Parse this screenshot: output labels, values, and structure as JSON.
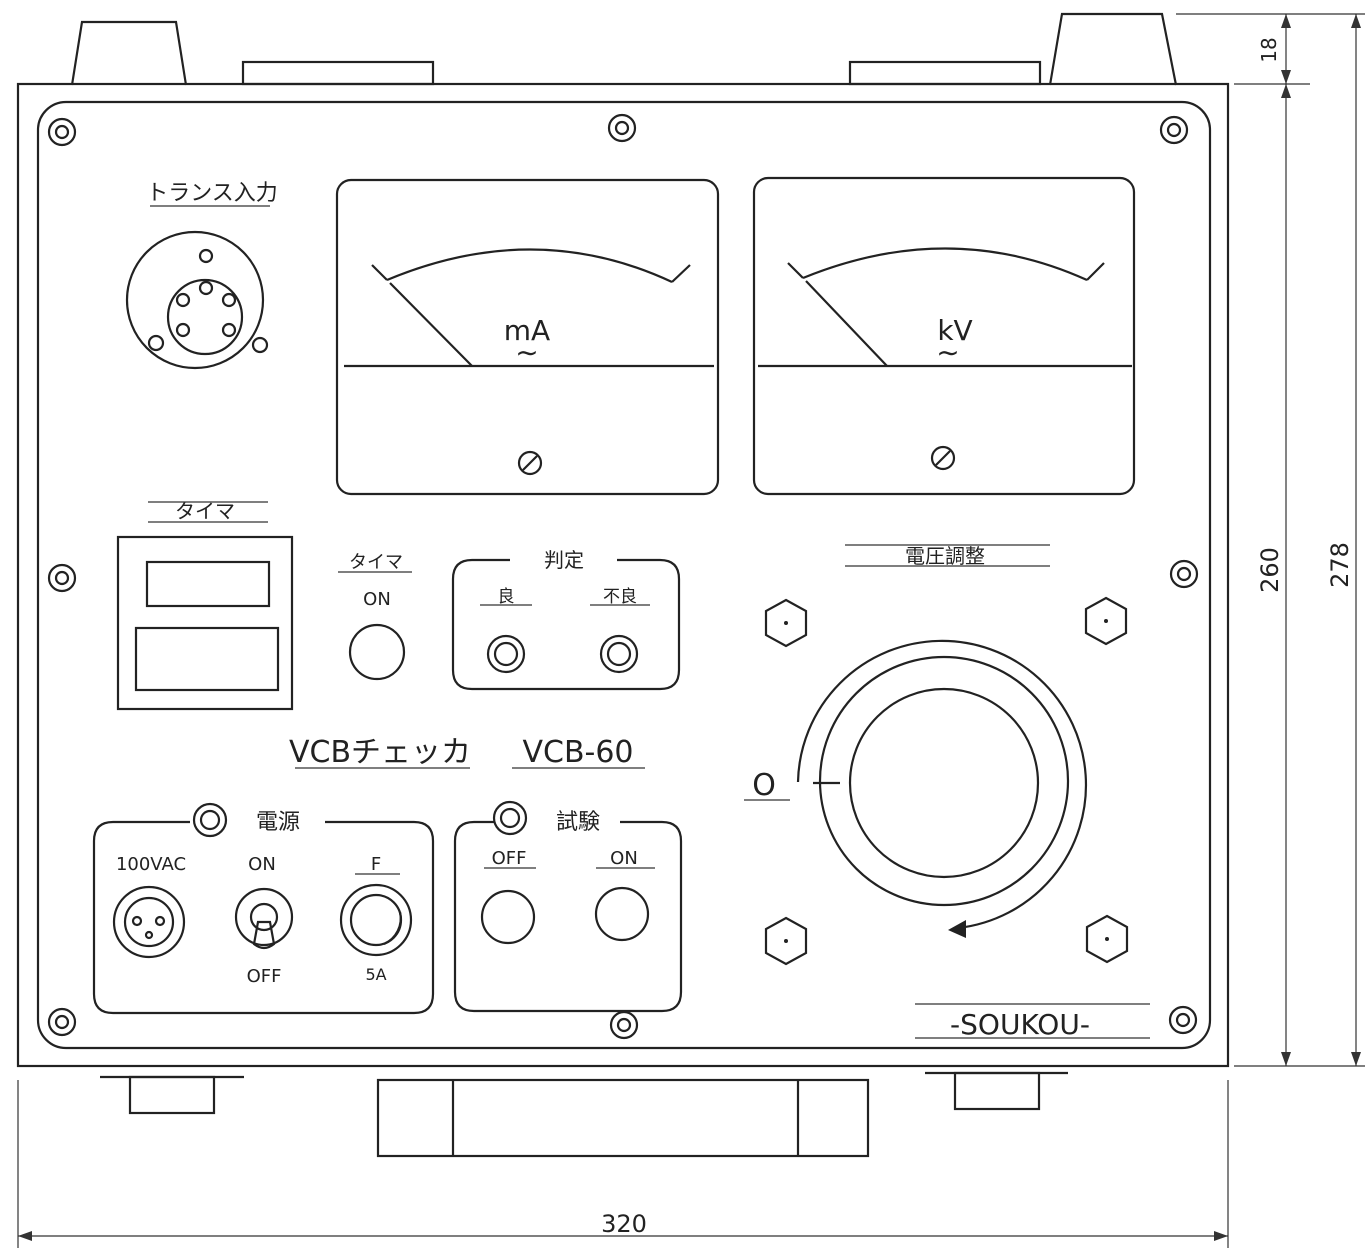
{
  "panel": {
    "transformer_input_label": "トランス入力",
    "meters": [
      {
        "unit": "mA",
        "ac_symbol": "∼"
      },
      {
        "unit": "kV",
        "ac_symbol": "∼"
      }
    ],
    "timer_display_label": "タイマ",
    "timer_switch": {
      "label": "タイマ",
      "state": "ON"
    },
    "judgement": {
      "title": "判定",
      "pass": "良",
      "fail": "不良"
    },
    "voltage_adjust": {
      "title": "電圧調整",
      "zero": "O"
    },
    "product": {
      "name": "VCBチェッカ",
      "model": "VCB-60"
    },
    "power": {
      "title": "電源",
      "ac_input": "100VAC",
      "switch_on": "ON",
      "switch_off": "OFF",
      "fuse": "F",
      "fuse_rating": "5A"
    },
    "test": {
      "title": "試験",
      "off": "OFF",
      "on": "ON"
    },
    "brand": "-SOUKOU-"
  },
  "dimensions": {
    "width": "320",
    "height_panel": "260",
    "height_total": "278",
    "height_top": "18"
  }
}
